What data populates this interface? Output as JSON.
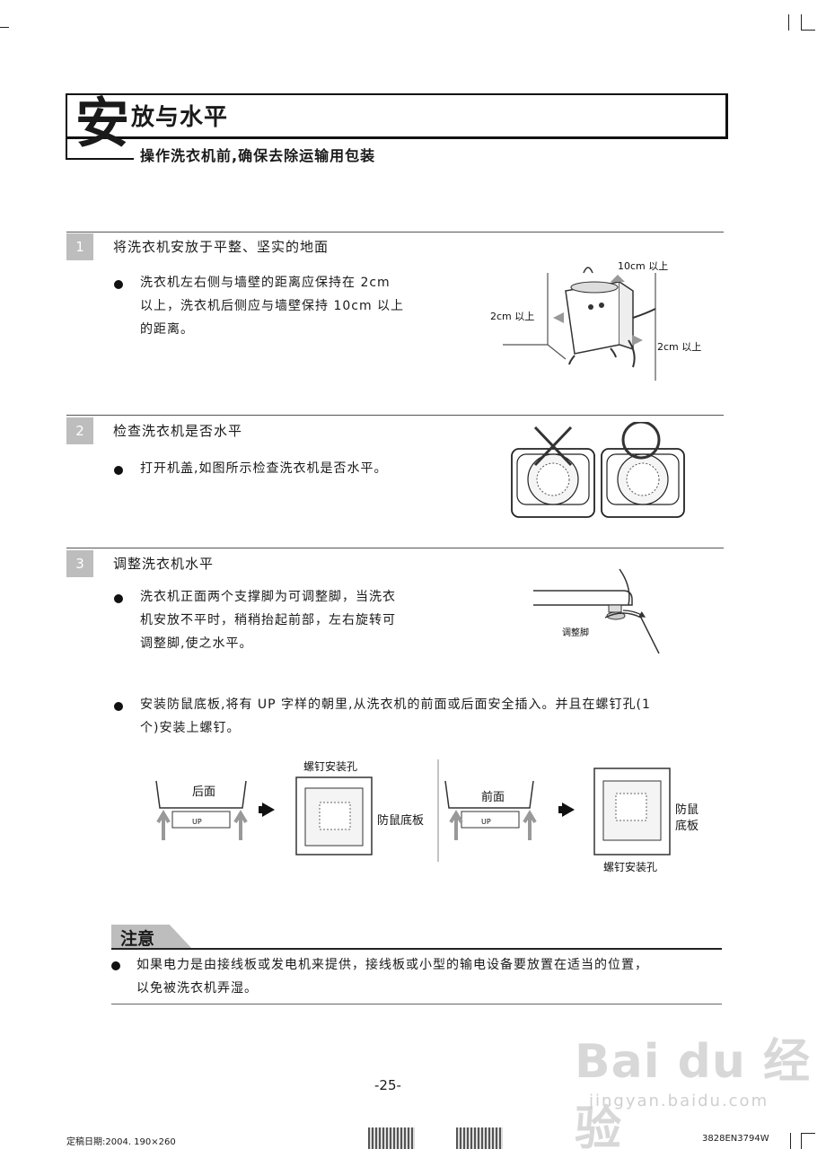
{
  "header": {
    "big_char": "安",
    "title": "放与水平",
    "subtitle": "操作洗衣机前,确保去除运输用包装"
  },
  "sections": [
    {
      "number": "1",
      "title": "将洗衣机安放于平整、坚实的地面",
      "bullets": [
        "洗衣机左右侧与墙壁的距离应保持在 2cm",
        "以上，洗衣机后侧应与墙壁保持 10cm 以上",
        "的距离。"
      ],
      "figure_labels": {
        "back": "10cm 以上",
        "left": "2cm 以上",
        "right": "2cm 以上"
      }
    },
    {
      "number": "2",
      "title": "检查洗衣机是否水平",
      "bullets": [
        "打开机盖,如图所示检查洗衣机是否水平。"
      ]
    },
    {
      "number": "3",
      "title": "调整洗衣机水平",
      "bullets": [
        "洗衣机正面两个支撑脚为可调整脚，当洗衣",
        "机安放不平时，稍稍抬起前部，左右旋转可",
        "调整脚,使之水平。"
      ],
      "figure_labels": {
        "adjust_foot": "调整脚"
      }
    }
  ],
  "extra_bullet": {
    "lines": [
      "安装防鼠底板,将有 UP 字样的朝里,从洗衣机的前面或后面安全插入。并且在螺钉孔(1",
      "个)安装上螺钉。"
    ],
    "figure_labels": {
      "rear": "后面",
      "screw_hole_1": "螺钉安装孔",
      "rat_plate_1": "防鼠底板",
      "front": "前面",
      "rat_plate_2a": "防鼠",
      "rat_plate_2b": "底板",
      "screw_hole_2": "螺钉安装孔",
      "up_mark": "UP"
    }
  },
  "note": {
    "label": "注意",
    "lines": [
      "如果电力是由接线板或发电机来提供，接线板或小型的输电设备要放置在适当的位置，",
      "以免被洗衣机弄湿。"
    ]
  },
  "page_number": "-25-",
  "footer": {
    "left": "定稿日期:2004.  190×260",
    "right": "3828EN3794W"
  },
  "watermark": {
    "main": "Bai du 经验",
    "sub": "jingyan.baidu.com"
  }
}
